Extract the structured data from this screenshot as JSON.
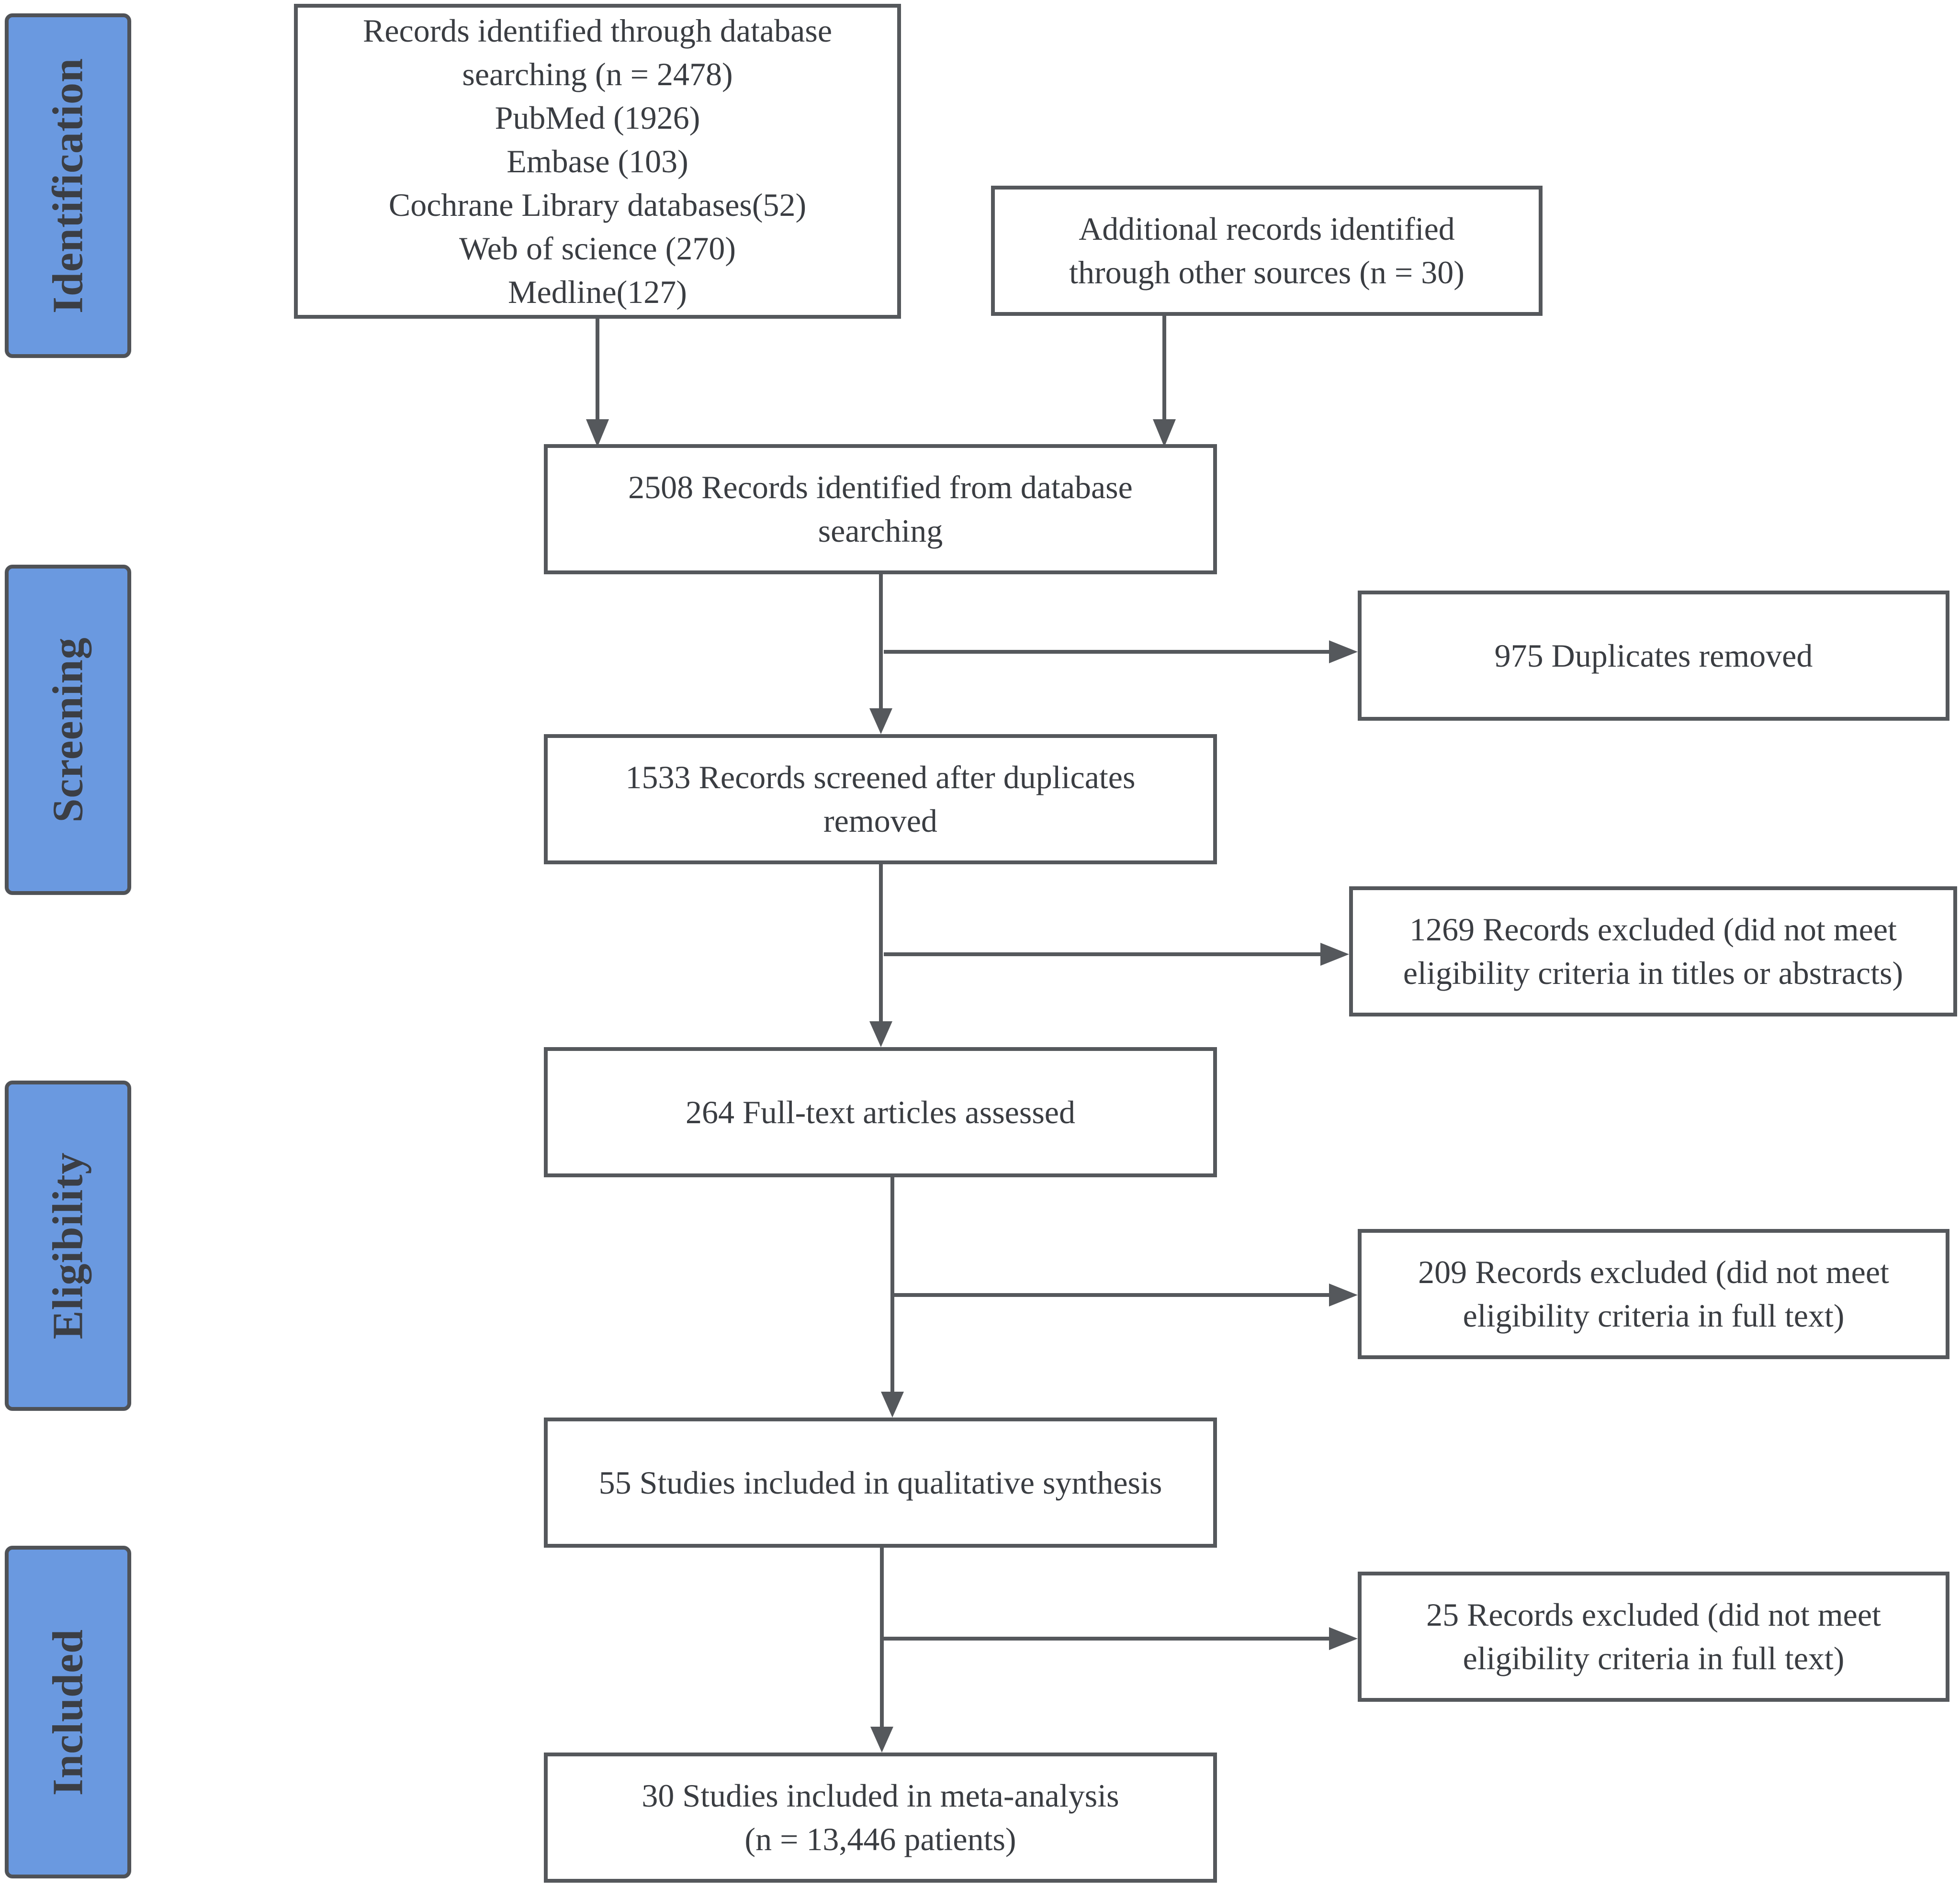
{
  "phases": {
    "identification": "Identification",
    "screening": "Screening",
    "eligibility": "Eligibility",
    "included": "Included"
  },
  "boxes": {
    "database_search": "Records identified through database\nsearching (n = 2478)\nPubMed (1926)\nEmbase (103)\nCochrane Library databases(52)\nWeb of science (270)\nMedline(127)",
    "other_sources": "Additional records identified\nthrough other sources (n = 30)",
    "records_identified": "2508 Records identified from database\nsearching",
    "duplicates_removed": "975 Duplicates removed",
    "records_screened": "1533 Records screened after duplicates\nremoved",
    "excluded_titles": "1269 Records excluded (did not meet\neligibility criteria in titles or abstracts)",
    "fulltext_assessed": "264 Full-text articles assessed",
    "excluded_fulltext": "209 Records excluded (did not meet\neligibility criteria in full text)",
    "qualitative": "55 Studies included in qualitative synthesis",
    "excluded_final": "25 Records excluded (did not meet\neligibility criteria in full text)",
    "meta_analysis": "30 Studies included in meta-analysis\n(n = 13,446 patients)"
  },
  "colors": {
    "phase_fill": "#6a99e0",
    "border": "#55585c",
    "text": "#3a3d42"
  }
}
